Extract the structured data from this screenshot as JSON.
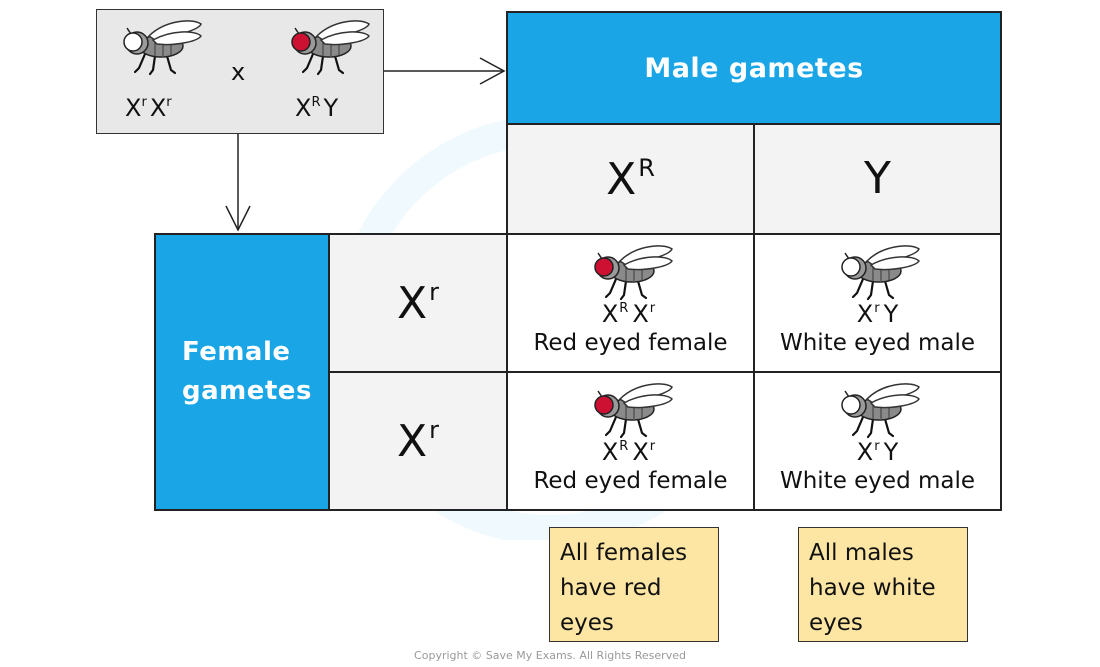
{
  "parents": {
    "female_genotype": {
      "base": "X",
      "sup": "r",
      "base2": "X",
      "sup2": "r"
    },
    "cross_symbol": "x",
    "male_genotype": {
      "base": "X",
      "sup": "R",
      "base2": "Y"
    }
  },
  "male_gametes": {
    "header": "Male gametes",
    "alleles": [
      {
        "base": "X",
        "sup": "R"
      },
      {
        "base": "Y",
        "sup": ""
      }
    ]
  },
  "female_gametes": {
    "header_line1": "Female",
    "header_line2": "gametes",
    "alleles": [
      {
        "base": "X",
        "sup": "r"
      },
      {
        "base": "X",
        "sup": "r"
      }
    ]
  },
  "offspring": [
    {
      "g1": "X",
      "s1": "R",
      "g2": "X",
      "s2": "r",
      "phenotype": "Red eyed female",
      "eye": "red"
    },
    {
      "g1": "X",
      "s1": "r",
      "g2": "Y",
      "s2": "",
      "phenotype": "White eyed male",
      "eye": "white"
    },
    {
      "g1": "X",
      "s1": "R",
      "g2": "X",
      "s2": "r",
      "phenotype": "Red eyed female",
      "eye": "red"
    },
    {
      "g1": "X",
      "s1": "r",
      "g2": "Y",
      "s2": "",
      "phenotype": "White eyed male",
      "eye": "white"
    }
  ],
  "notes": {
    "females": [
      "All females",
      "have red",
      "eyes"
    ],
    "males": [
      "All males",
      "have white",
      "eyes"
    ]
  },
  "colors": {
    "gamete_header": "#1aa6e6",
    "red_eye": "#cc1133",
    "note_bg": "#fde6a4"
  },
  "copyright": "Copyright © Save My Exams. All Rights Reserved"
}
